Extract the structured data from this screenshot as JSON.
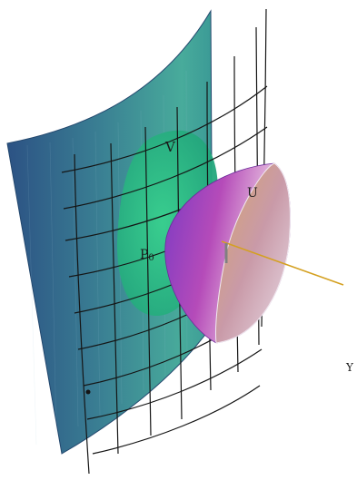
{
  "labels": {
    "v": "V",
    "u": "U",
    "p0_main": "P",
    "p0_sub": "0",
    "y": "Y"
  },
  "colors": {
    "surface_dark": "#2f5c86",
    "surface_mid": "#3f8a95",
    "surface_light": "#4fb79a",
    "patch": "#2fbf86",
    "cap_purple": "#8e3fd0",
    "cap_magenta": "#b244b8",
    "cap_rim": "#f0e6ee",
    "cap_inside": "#c9a27a",
    "axis_line": "#d4a020",
    "grid_line": "#151515"
  }
}
